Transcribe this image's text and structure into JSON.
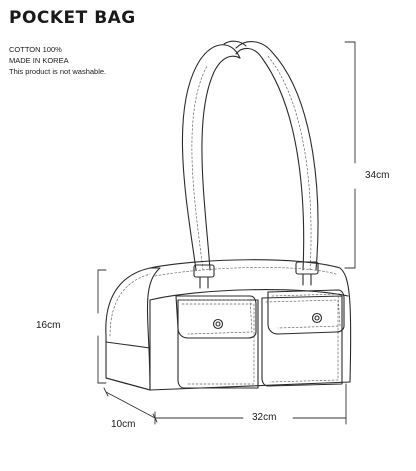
{
  "product": {
    "title": "POCKET BAG",
    "specs": [
      "COTTON 100%",
      "MADE IN KOREA",
      "This product is not washable."
    ]
  },
  "dimensions": {
    "strap_drop": "34cm",
    "height": "16cm",
    "width": "32cm",
    "depth": "10cm"
  },
  "colors": {
    "line": "#2b2b2b",
    "stitch": "#555555",
    "background": "#ffffff"
  }
}
